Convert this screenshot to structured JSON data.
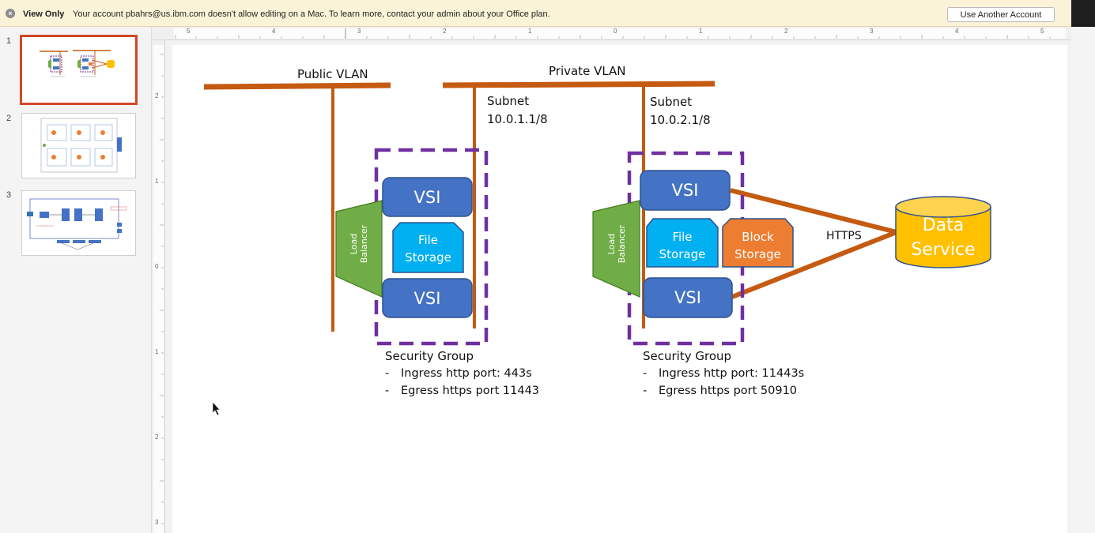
{
  "notice": {
    "title": "View Only",
    "message": "Your account pbahrs@us.ibm.com doesn't allow editing on a Mac. To learn more, contact your admin about your Office plan.",
    "button": "Use Another Account",
    "icon": "close-circle-icon"
  },
  "thumbnails": [
    {
      "number": "1",
      "selected": true
    },
    {
      "number": "2",
      "selected": false
    },
    {
      "number": "3",
      "selected": false
    }
  ],
  "rulers": {
    "horizontal": [
      "5",
      "4",
      "3",
      "2",
      "1",
      "0",
      "1",
      "2",
      "3",
      "4",
      "5"
    ],
    "vertical": [
      "2",
      "1",
      "0",
      "1",
      "2",
      "3"
    ]
  },
  "diagram": {
    "public_vlan": "Public VLAN",
    "private_vlan": "Private VLAN",
    "subnet1": {
      "title": "Subnet",
      "cidr": "10.0.1.1/8"
    },
    "subnet2": {
      "title": "Subnet",
      "cidr": "10.0.2.1/8"
    },
    "group1": {
      "lb_line1": "Load",
      "lb_line2": "Balancer",
      "vsi_top": "VSI",
      "vsi_bottom": "VSI",
      "file_line1": "File",
      "file_line2": "Storage"
    },
    "group2": {
      "lb_line1": "Load",
      "lb_line2": "Balancer",
      "vsi_top": "VSI",
      "vsi_bottom": "VSI",
      "file_line1": "File",
      "file_line2": "Storage",
      "block_line1": "Block",
      "block_line2": "Storage"
    },
    "https": "HTTPS",
    "data_service_line1": "Data",
    "data_service_line2": "Service",
    "sg1": {
      "title": "Security Group",
      "items": [
        "Ingress http port: 443s",
        "Egress https port 11443"
      ]
    },
    "sg2": {
      "title": "Security Group",
      "items": [
        "Ingress http port: 11443s",
        "Egress https port 50910"
      ]
    },
    "colors": {
      "vlan": "#c55a11",
      "vsi": "#4472c4",
      "file_storage": "#00b0f0",
      "block_storage": "#ed7d31",
      "load_balancer": "#70ad47",
      "data_service": "#ffc000",
      "security_group": "#7030a0"
    }
  }
}
